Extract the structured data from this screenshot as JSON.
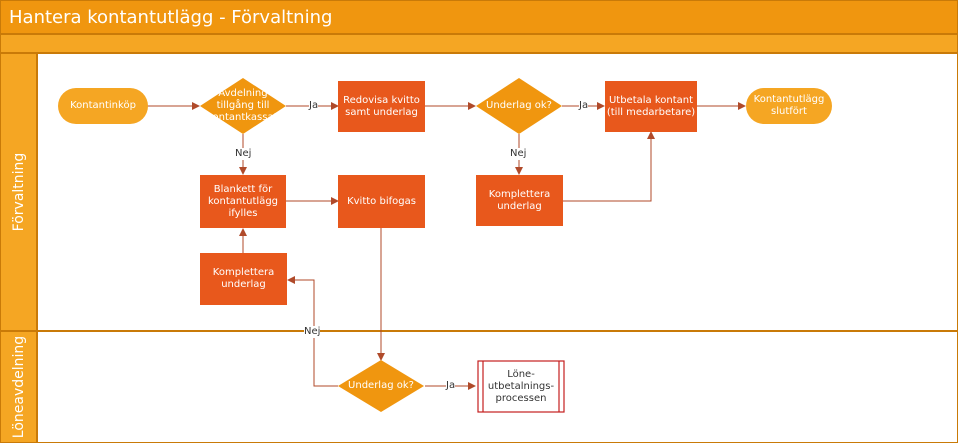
{
  "title": "Hantera kontantutlägg - Förvaltning",
  "lanes": {
    "forvaltning": "Förvaltning",
    "loneavdelning": "Löneavdelning"
  },
  "colors": {
    "header": "#f0960f",
    "node": "#e8581c",
    "start_end": "#f5a623",
    "decision": "#f0960f",
    "sub": "#c41e1e"
  },
  "nodes": {
    "start": "Kontantinköp",
    "d1": "Avdelning\ntillgång till\nkontantkassa?",
    "redovisa": "Redovisa kvitto\nsamt underlag",
    "d2": "Underlag ok?",
    "utbetala": "Utbetala kontant\n(till medarbetare)",
    "end": "Kontantutlägg\nslutfört",
    "blankett": "Blankett för\nkontantutlägg\nifylles",
    "kvitto": "Kvitto bifogas",
    "komplettera1": "Komplettera\nunderlag",
    "komplettera2": "Komplettera\nunderlag",
    "d3": "Underlag ok?",
    "lone": "Löne-\nutbetalnings-\nprocessen"
  },
  "edge_labels": {
    "ja1": "Ja",
    "ja2": "Ja",
    "ja3": "Ja",
    "nej1": "Nej",
    "nej2": "Nej",
    "nej3": "Nej"
  }
}
